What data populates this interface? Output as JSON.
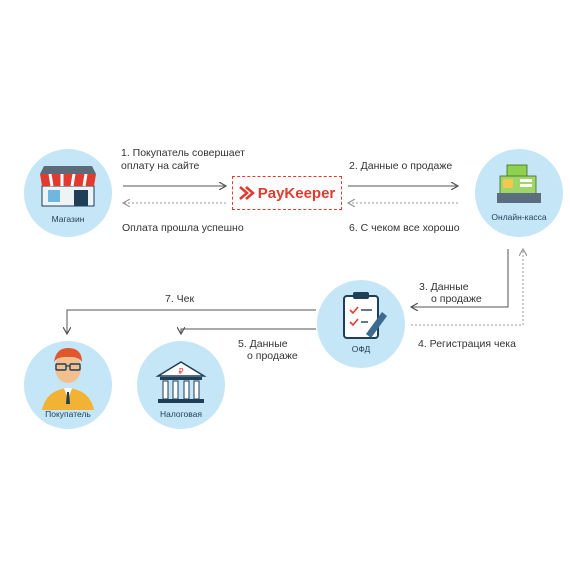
{
  "nodes": {
    "shop": {
      "label": "Магазин"
    },
    "kassa": {
      "label": "Онлайн-касса"
    },
    "ofd": {
      "label": "ОФД"
    },
    "buyer": {
      "label": "Покупатель"
    },
    "tax": {
      "label": "Налоговая"
    }
  },
  "service": {
    "logo_text": "PayKeeper"
  },
  "steps": {
    "s1_line1": "1. Покупатель совершает",
    "s1_line2": "оплату на сайте",
    "s2": "2. Данные о продаже",
    "s3_line1": "3. Данные",
    "s3_line2": "о продаже",
    "s4": "4. Регистрация чека",
    "s5_line1": "5. Данные",
    "s5_line2": "о продаже",
    "s6": "6. С чеком все хорошо",
    "s7": "7. Чек",
    "paid_ok": "Оплата прошла успешно"
  },
  "colors": {
    "circle": "#c5e6f7",
    "accent_red": "#e23a2e",
    "arrow": "#555555",
    "arrow_dotted": "#888888"
  }
}
